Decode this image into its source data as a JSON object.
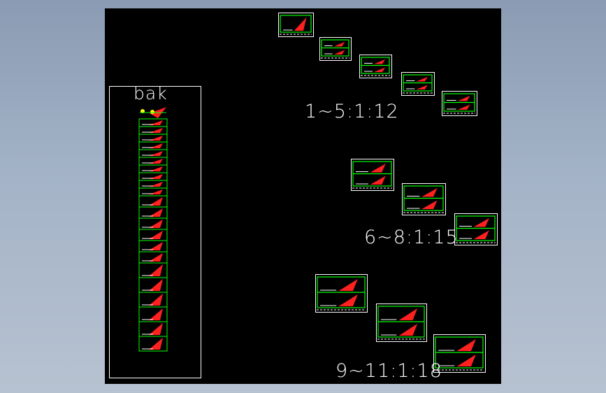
{
  "drawing": {
    "colors": {
      "background": "#000000",
      "frame": "#00ff00",
      "sheet_border": "#ffffff",
      "marker_red": "#ff2020",
      "marker_yellow": "#ffff00"
    },
    "labels": {
      "bak": "bak",
      "group1": "1~5:1:12",
      "group2": "6~8:1:15",
      "group3": "9~11:1:18"
    }
  }
}
